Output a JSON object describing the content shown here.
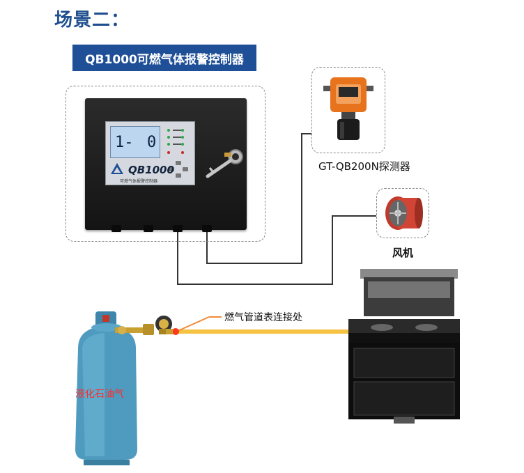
{
  "scene": {
    "title": "场景二："
  },
  "controller": {
    "banner": "QB1000可燃气体报警控制器",
    "lcd_left": "1-",
    "lcd_right": "0",
    "brand": "QB1000",
    "subtitle": "可燃气体报警控制器"
  },
  "detector": {
    "label": "GT-QB200N探测器"
  },
  "fan": {
    "label": "风机"
  },
  "pipe": {
    "label": "燃气管道表连接处"
  },
  "cylinder": {
    "label": "液化石油气"
  },
  "colors": {
    "title": "#1f4f8f",
    "banner": "#1f4f96",
    "pipe": "#f5c242",
    "cylinder": "#4f9bbf",
    "detector_body": "#e8731d",
    "warning_text": "#ff2b2b"
  },
  "icons": [
    "key-icon",
    "fan-icon",
    "gas-detector-icon",
    "gas-cylinder-icon",
    "stove-icon",
    "valve-icon"
  ]
}
